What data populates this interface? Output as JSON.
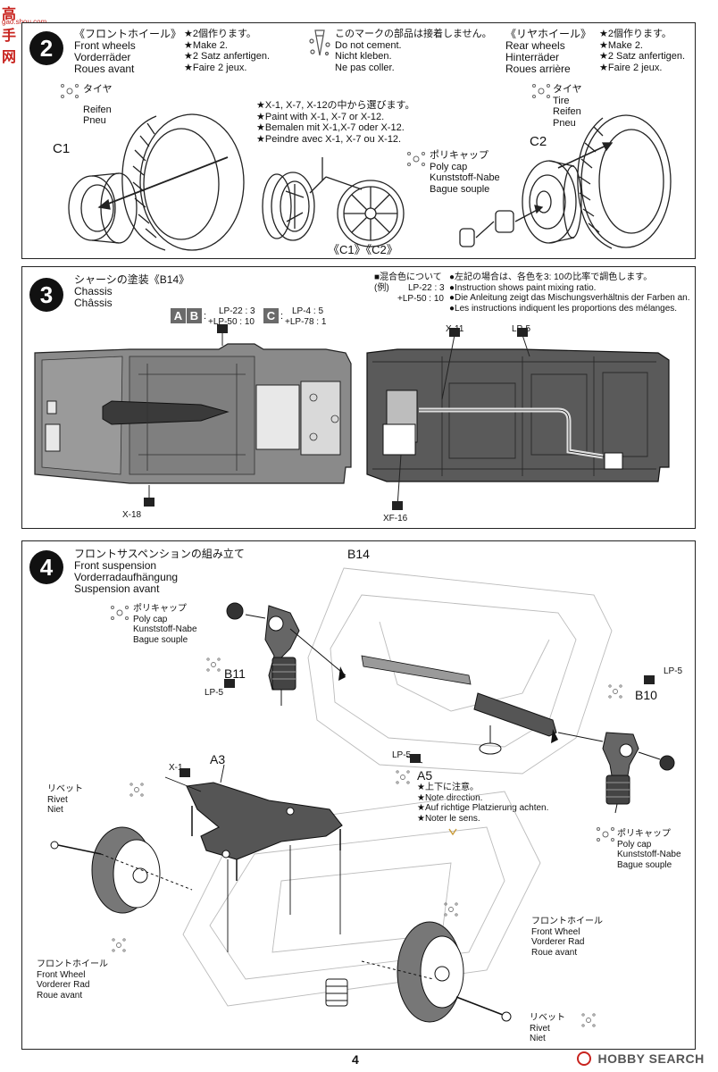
{
  "watermark_top": {
    "cn": "高手网",
    "url": "gao.shou.com"
  },
  "watermark_bottom": "HOBBY SEARCH",
  "page_number": "4",
  "colors": {
    "ink": "#111111",
    "frame": "#222222",
    "chassis_gray": "#7a7a7a",
    "chassis_dark": "#4a4a4a",
    "swatch_gray": "#6a6a6a",
    "watermark_red": "#c8231e"
  },
  "step2": {
    "number": "2",
    "front_title": [
      "《フロントホイール》",
      "Front wheels",
      "Vorderräder",
      "Roues avant"
    ],
    "make2": [
      "★2個作ります。",
      "★Make 2.",
      "★2 Satz anfertigen.",
      "★Faire 2 jeux."
    ],
    "no_cement": [
      "このマークの部品は接着しません。",
      "Do not cement.",
      "Nicht kleben.",
      "Ne pas coller."
    ],
    "rear_title": [
      "《リヤホイール》",
      "Rear wheels",
      "Hinterräder",
      "Roues arrière"
    ],
    "make2_rear": [
      "★2個作ります。",
      "★Make 2.",
      "★2 Satz anfertigen.",
      "★Faire 2 jeux."
    ],
    "tire_front": [
      "タイヤ",
      "Reifen",
      "Pneu"
    ],
    "tire_rear": [
      "タイヤ",
      "Tire",
      "Reifen",
      "Pneu"
    ],
    "paint_note": [
      "★X-1, X-7, X-12の中から選びます。",
      "★Paint with X-1, X-7 or X-12.",
      "★Bemalen mit X-1,X-7 oder X-12.",
      "★Peindre avec X-1, X-7 ou X-12."
    ],
    "poly_cap": [
      "ポリキャップ",
      "Poly cap",
      "Kunststoff-Nabe",
      "Bague souple"
    ],
    "label_c1": "C1",
    "label_c2": "C2",
    "wheel_caption": "《C1》《C2》"
  },
  "step3": {
    "number": "3",
    "title": [
      "シャーシの塗装《B14》",
      "Chassis",
      "Châssis"
    ],
    "swatch_a": "A",
    "swatch_b": "B",
    "swatch_c": "C",
    "mix_ab": [
      "LP-22 : 3",
      "+LP-50 : 10"
    ],
    "mix_c": [
      "LP-4 : 5",
      "+LP-78 : 1"
    ],
    "colon": ":",
    "mix_info_title": "■混合色について",
    "mix_info_example_label": "(例)",
    "mix_info_example": [
      "LP-22 : 3",
      "+LP-50 : 10"
    ],
    "mix_info_text": [
      "●左記の場合は、各色を3: 10の比率で調色します。",
      "●Instruction shows paint mixing ratio.",
      "●Die Anleitung zeigt das Mischungsverhältnis der Farben an.",
      "●Les instructions indiquent les proportions des mélanges."
    ],
    "callout_x18": "X-18",
    "callout_x11": "X-11",
    "callout_lp5": "LP-5",
    "callout_xf16": "XF-16"
  },
  "step4": {
    "number": "4",
    "title": [
      "フロントサスペンションの組み立て",
      "Front suspension",
      "Vorderradaufhängung",
      "Suspension avant"
    ],
    "label_b14": "B14",
    "label_b11": "B11",
    "label_b10": "B10",
    "label_a3": "A3",
    "label_a5": "A5",
    "callout_lp5_left": "LP-5",
    "callout_lp5_right": "LP-5",
    "callout_lp5_mid": "LP-5",
    "callout_x1": "X-1",
    "poly_cap_left": [
      "ポリキャップ",
      "Poly cap",
      "Kunststoff-Nabe",
      "Bague souple"
    ],
    "poly_cap_right": [
      "ポリキャップ",
      "Poly cap",
      "Kunststoff-Nabe",
      "Bague souple"
    ],
    "note_direction": [
      "★上下に注意。",
      "★Note direction.",
      "★Auf richtige Platzierung achten.",
      "★Noter le sens."
    ],
    "rivet_left": [
      "リベット",
      "Rivet",
      "Niet"
    ],
    "rivet_right": [
      "リベット",
      "Rivet",
      "Niet"
    ],
    "front_wheel_left": [
      "フロントホイール",
      "Front Wheel",
      "Vorderer Rad",
      "Roue avant"
    ],
    "front_wheel_right": [
      "フロントホイール",
      "Front Wheel",
      "Vorderer Rad",
      "Roue avant"
    ]
  }
}
